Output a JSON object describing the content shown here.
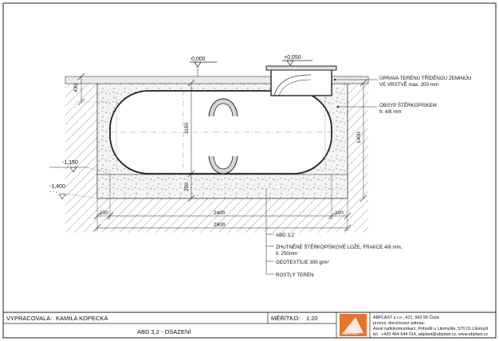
{
  "drawing": {
    "levels": {
      "ground": "0,000",
      "shaft_top": "+0,050",
      "tank_bottom": "-1,150",
      "pit_bottom": "-1,400"
    },
    "dimensions": {
      "cover": "430",
      "height_inner": "1150",
      "height_total": "1400",
      "bed": "250",
      "side_left": "200",
      "side_right": "200",
      "tank_width": "2400",
      "pit_width": "2800"
    },
    "annotations": {
      "surface_line1": "ÚPRAVA TERÉNU TŘÍDĚNOU ZEMINOU",
      "surface_line2": "VE VRSTVĚ max. 200 mm",
      "backfill_line1": "OBSYP ŠTĚRKOPÍSKEM",
      "backfill_line2": "fr. 4/8 mm"
    },
    "legend": [
      {
        "line1": "ABD 3,2",
        "line2": ""
      },
      {
        "line1": "ZHUTNĚNÉ ŠTĚRKOPÍSKOVÉ LOŽE, FRAKCE 4/8 mm,",
        "line2": "tl. 250mm"
      },
      {
        "line1": "GEOTEXTÍLIE 300 g/m²",
        "line2": ""
      },
      {
        "line1": "ROSTLÝ TERÉN",
        "line2": ""
      }
    ]
  },
  "title_block": {
    "author_label": "VYPRACOVALA:",
    "author_name": "KAMILA KOPECKÁ",
    "scale_label": "MĚŘÍTKO:",
    "scale_value": "1:20",
    "drawing_title": "ABD 3,2 - OSAZENÍ",
    "logo_text": "ABPLAST",
    "company": {
      "name": "ABPLAST s.r.o., 421, 569 56 Čistá",
      "line2": "provoz, doručovací adresa:",
      "line3": "Areál radiokomunikací, Pohodlí u Litomyšle, 570 01 Litomyšl",
      "line4": "tel.: +420 464 644 014, abplast@abplast.cz, www.abplast.cz"
    },
    "brand_color": "#e8732a"
  }
}
